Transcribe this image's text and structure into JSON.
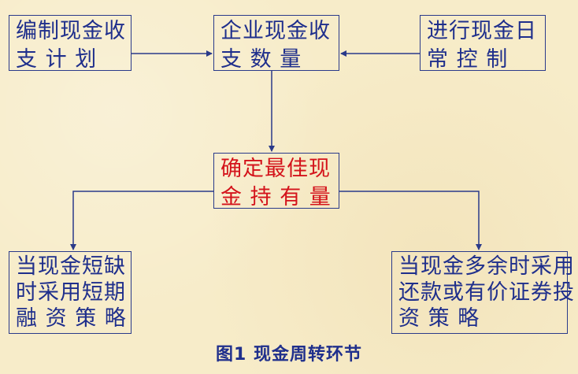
{
  "diagram": {
    "plan_box": {
      "line1": "编制现金收",
      "line2": [
        "支",
        "计",
        "划"
      ]
    },
    "amount_box": {
      "line1": "企业现金收",
      "line2": [
        "支",
        "数",
        "量"
      ]
    },
    "control_box": {
      "line1": "进行现金日",
      "line2": [
        "常",
        "控",
        "制"
      ]
    },
    "optimal_box": {
      "line1": "确定最佳现",
      "line2": [
        "金",
        "持",
        "有",
        "量"
      ]
    },
    "shortage_box": {
      "line1": "当现金短缺",
      "line2": "时采用短期",
      "line3": [
        "融",
        "资",
        "策",
        "略"
      ]
    },
    "surplus_box": {
      "line1": "当现金多余时采用",
      "line2": "还款或有价证券投",
      "line3": [
        "资",
        "策",
        "略"
      ]
    },
    "caption": "图1  现金周转环节",
    "colors": {
      "background": "#f7ecc9",
      "text": "#1f2f8c",
      "border": "#2a3a8a",
      "highlight": "#d4131b"
    }
  }
}
